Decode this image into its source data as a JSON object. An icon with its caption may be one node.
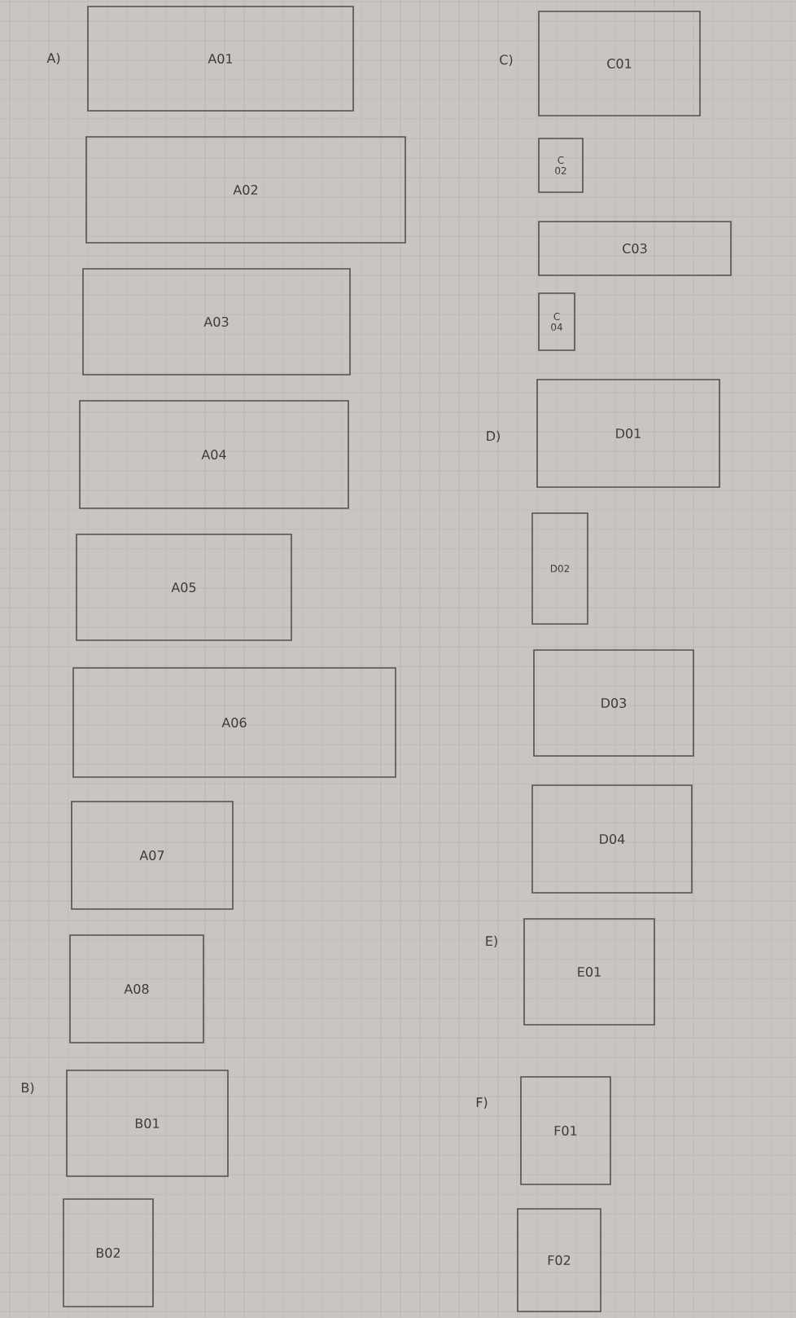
{
  "diagram": {
    "nodes": [
      {
        "text": [
          "A01"
        ]
      },
      {
        "text": [
          "A02"
        ]
      },
      {
        "text": [
          "A03"
        ]
      },
      {
        "text": [
          "A04"
        ]
      },
      {
        "text": [
          "A05"
        ]
      },
      {
        "text": [
          "A06"
        ]
      },
      {
        "text": [
          "A07"
        ]
      },
      {
        "text": [
          "A08"
        ]
      },
      {
        "text": [
          "B01"
        ]
      },
      {
        "text": [
          "B02"
        ]
      },
      {
        "text": [
          "C01"
        ]
      },
      {
        "text": [
          "C 02"
        ]
      },
      {
        "text": [
          "C03"
        ]
      },
      {
        "text": [
          "C 04"
        ]
      },
      {
        "text": [
          "D01"
        ]
      },
      {
        "text": [
          "D02"
        ]
      },
      {
        "text": [
          "D03"
        ]
      },
      {
        "text": [
          "D04"
        ]
      },
      {
        "text": [
          "E01"
        ]
      },
      {
        "text": [
          "F01"
        ]
      },
      {
        "text": [
          "F02"
        ]
      }
    ],
    "labels": [
      "A)",
      "C)",
      "D)",
      "E)",
      "B)",
      "F)"
    ]
  }
}
